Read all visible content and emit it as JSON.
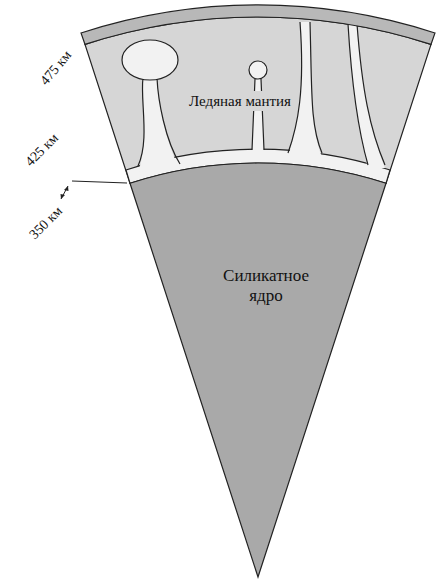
{
  "diagram": {
    "nodes": [
      {
        "text": [
          "Ледяная мантия"
        ]
      },
      {
        "text": [
          "Силикатное ядро"
        ]
      }
    ],
    "labels": [
      "475 км",
      "425 км",
      "350 км"
    ]
  }
}
